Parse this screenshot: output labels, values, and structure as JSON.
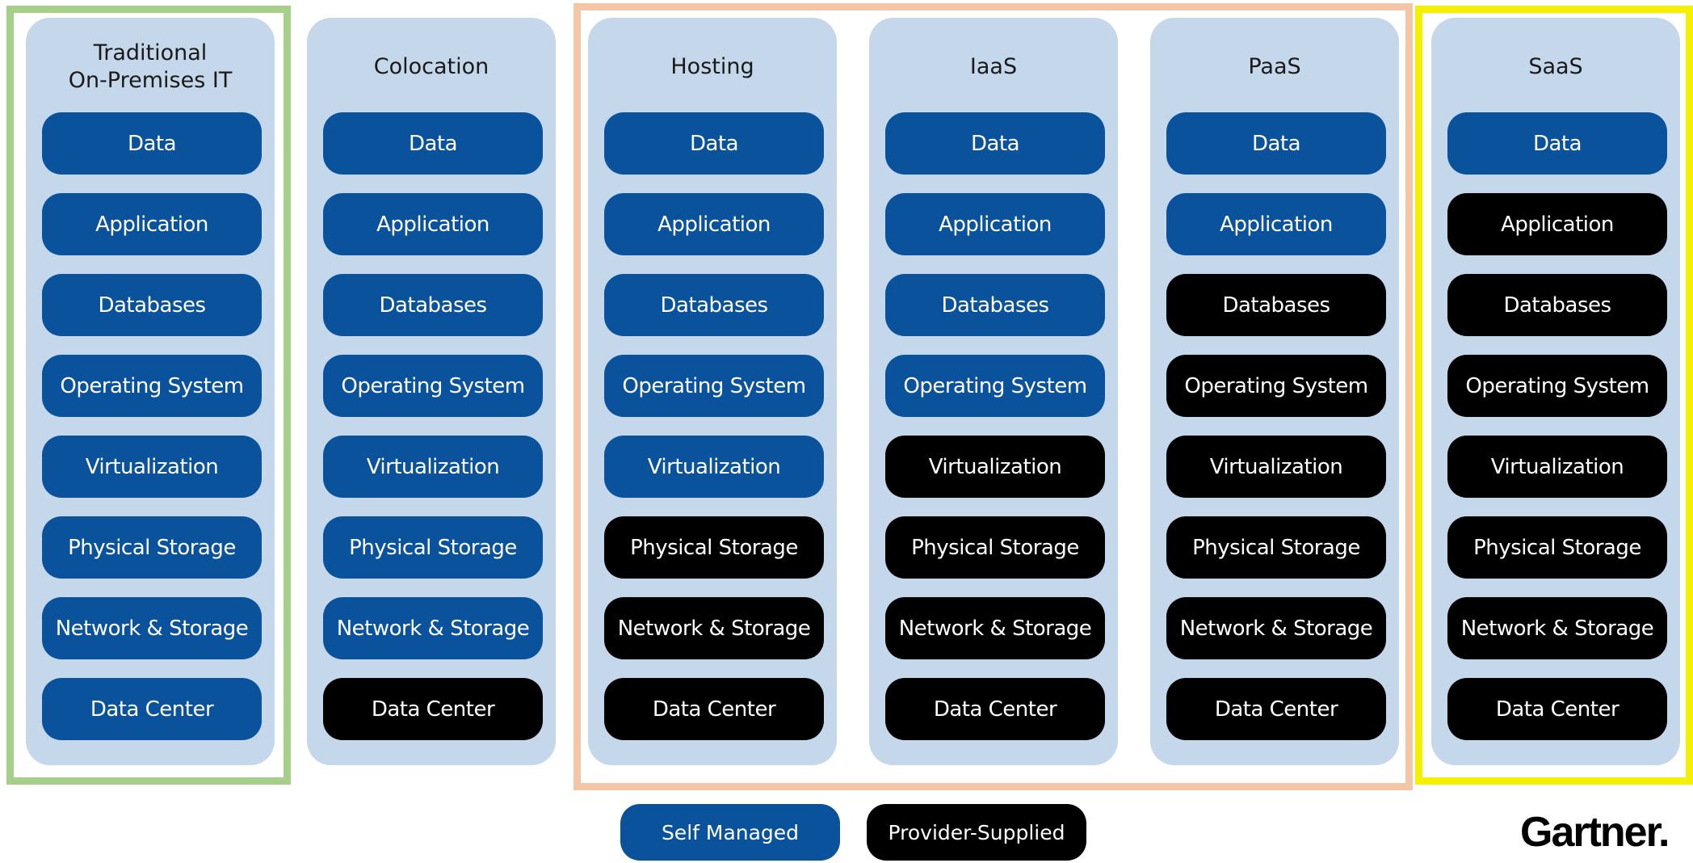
{
  "columns": [
    {
      "title": "Traditional\nOn-Premises IT",
      "layers": [
        {
          "label": "Data",
          "managed_by": "self"
        },
        {
          "label": "Application",
          "managed_by": "self"
        },
        {
          "label": "Databases",
          "managed_by": "self"
        },
        {
          "label": "Operating System",
          "managed_by": "self"
        },
        {
          "label": "Virtualization",
          "managed_by": "self"
        },
        {
          "label": "Physical Storage",
          "managed_by": "self"
        },
        {
          "label": "Network & Storage",
          "managed_by": "self"
        },
        {
          "label": "Data Center",
          "managed_by": "self"
        }
      ]
    },
    {
      "title": "Colocation",
      "layers": [
        {
          "label": "Data",
          "managed_by": "self"
        },
        {
          "label": "Application",
          "managed_by": "self"
        },
        {
          "label": "Databases",
          "managed_by": "self"
        },
        {
          "label": "Operating System",
          "managed_by": "self"
        },
        {
          "label": "Virtualization",
          "managed_by": "self"
        },
        {
          "label": "Physical Storage",
          "managed_by": "self"
        },
        {
          "label": "Network & Storage",
          "managed_by": "self"
        },
        {
          "label": "Data Center",
          "managed_by": "provider"
        }
      ]
    },
    {
      "title": "Hosting",
      "layers": [
        {
          "label": "Data",
          "managed_by": "self"
        },
        {
          "label": "Application",
          "managed_by": "self"
        },
        {
          "label": "Databases",
          "managed_by": "self"
        },
        {
          "label": "Operating System",
          "managed_by": "self"
        },
        {
          "label": "Virtualization",
          "managed_by": "self"
        },
        {
          "label": "Physical Storage",
          "managed_by": "provider"
        },
        {
          "label": "Network & Storage",
          "managed_by": "provider"
        },
        {
          "label": "Data Center",
          "managed_by": "provider"
        }
      ]
    },
    {
      "title": "IaaS",
      "layers": [
        {
          "label": "Data",
          "managed_by": "self"
        },
        {
          "label": "Application",
          "managed_by": "self"
        },
        {
          "label": "Databases",
          "managed_by": "self"
        },
        {
          "label": "Operating System",
          "managed_by": "self"
        },
        {
          "label": "Virtualization",
          "managed_by": "provider"
        },
        {
          "label": "Physical Storage",
          "managed_by": "provider"
        },
        {
          "label": "Network & Storage",
          "managed_by": "provider"
        },
        {
          "label": "Data Center",
          "managed_by": "provider"
        }
      ]
    },
    {
      "title": "PaaS",
      "layers": [
        {
          "label": "Data",
          "managed_by": "self"
        },
        {
          "label": "Application",
          "managed_by": "self"
        },
        {
          "label": "Databases",
          "managed_by": "provider"
        },
        {
          "label": "Operating System",
          "managed_by": "provider"
        },
        {
          "label": "Virtualization",
          "managed_by": "provider"
        },
        {
          "label": "Physical Storage",
          "managed_by": "provider"
        },
        {
          "label": "Network & Storage",
          "managed_by": "provider"
        },
        {
          "label": "Data Center",
          "managed_by": "provider"
        }
      ]
    },
    {
      "title": "SaaS",
      "layers": [
        {
          "label": "Data",
          "managed_by": "self"
        },
        {
          "label": "Application",
          "managed_by": "provider"
        },
        {
          "label": "Databases",
          "managed_by": "provider"
        },
        {
          "label": "Operating System",
          "managed_by": "provider"
        },
        {
          "label": "Virtualization",
          "managed_by": "provider"
        },
        {
          "label": "Physical Storage",
          "managed_by": "provider"
        },
        {
          "label": "Network & Storage",
          "managed_by": "provider"
        },
        {
          "label": "Data Center",
          "managed_by": "provider"
        }
      ]
    }
  ],
  "legend": {
    "self_label": "Self Managed",
    "provider_label": "Provider-Supplied"
  },
  "logo": "Gartner.",
  "colors": {
    "self_managed": "#0a529c",
    "provider_supplied": "#000000",
    "column_background": "#c5d7ea",
    "frame_on_premises": "#a6cf8a",
    "frame_hosting_iaas_paas": "#f3c6a8",
    "frame_saas": "#f5f000"
  }
}
